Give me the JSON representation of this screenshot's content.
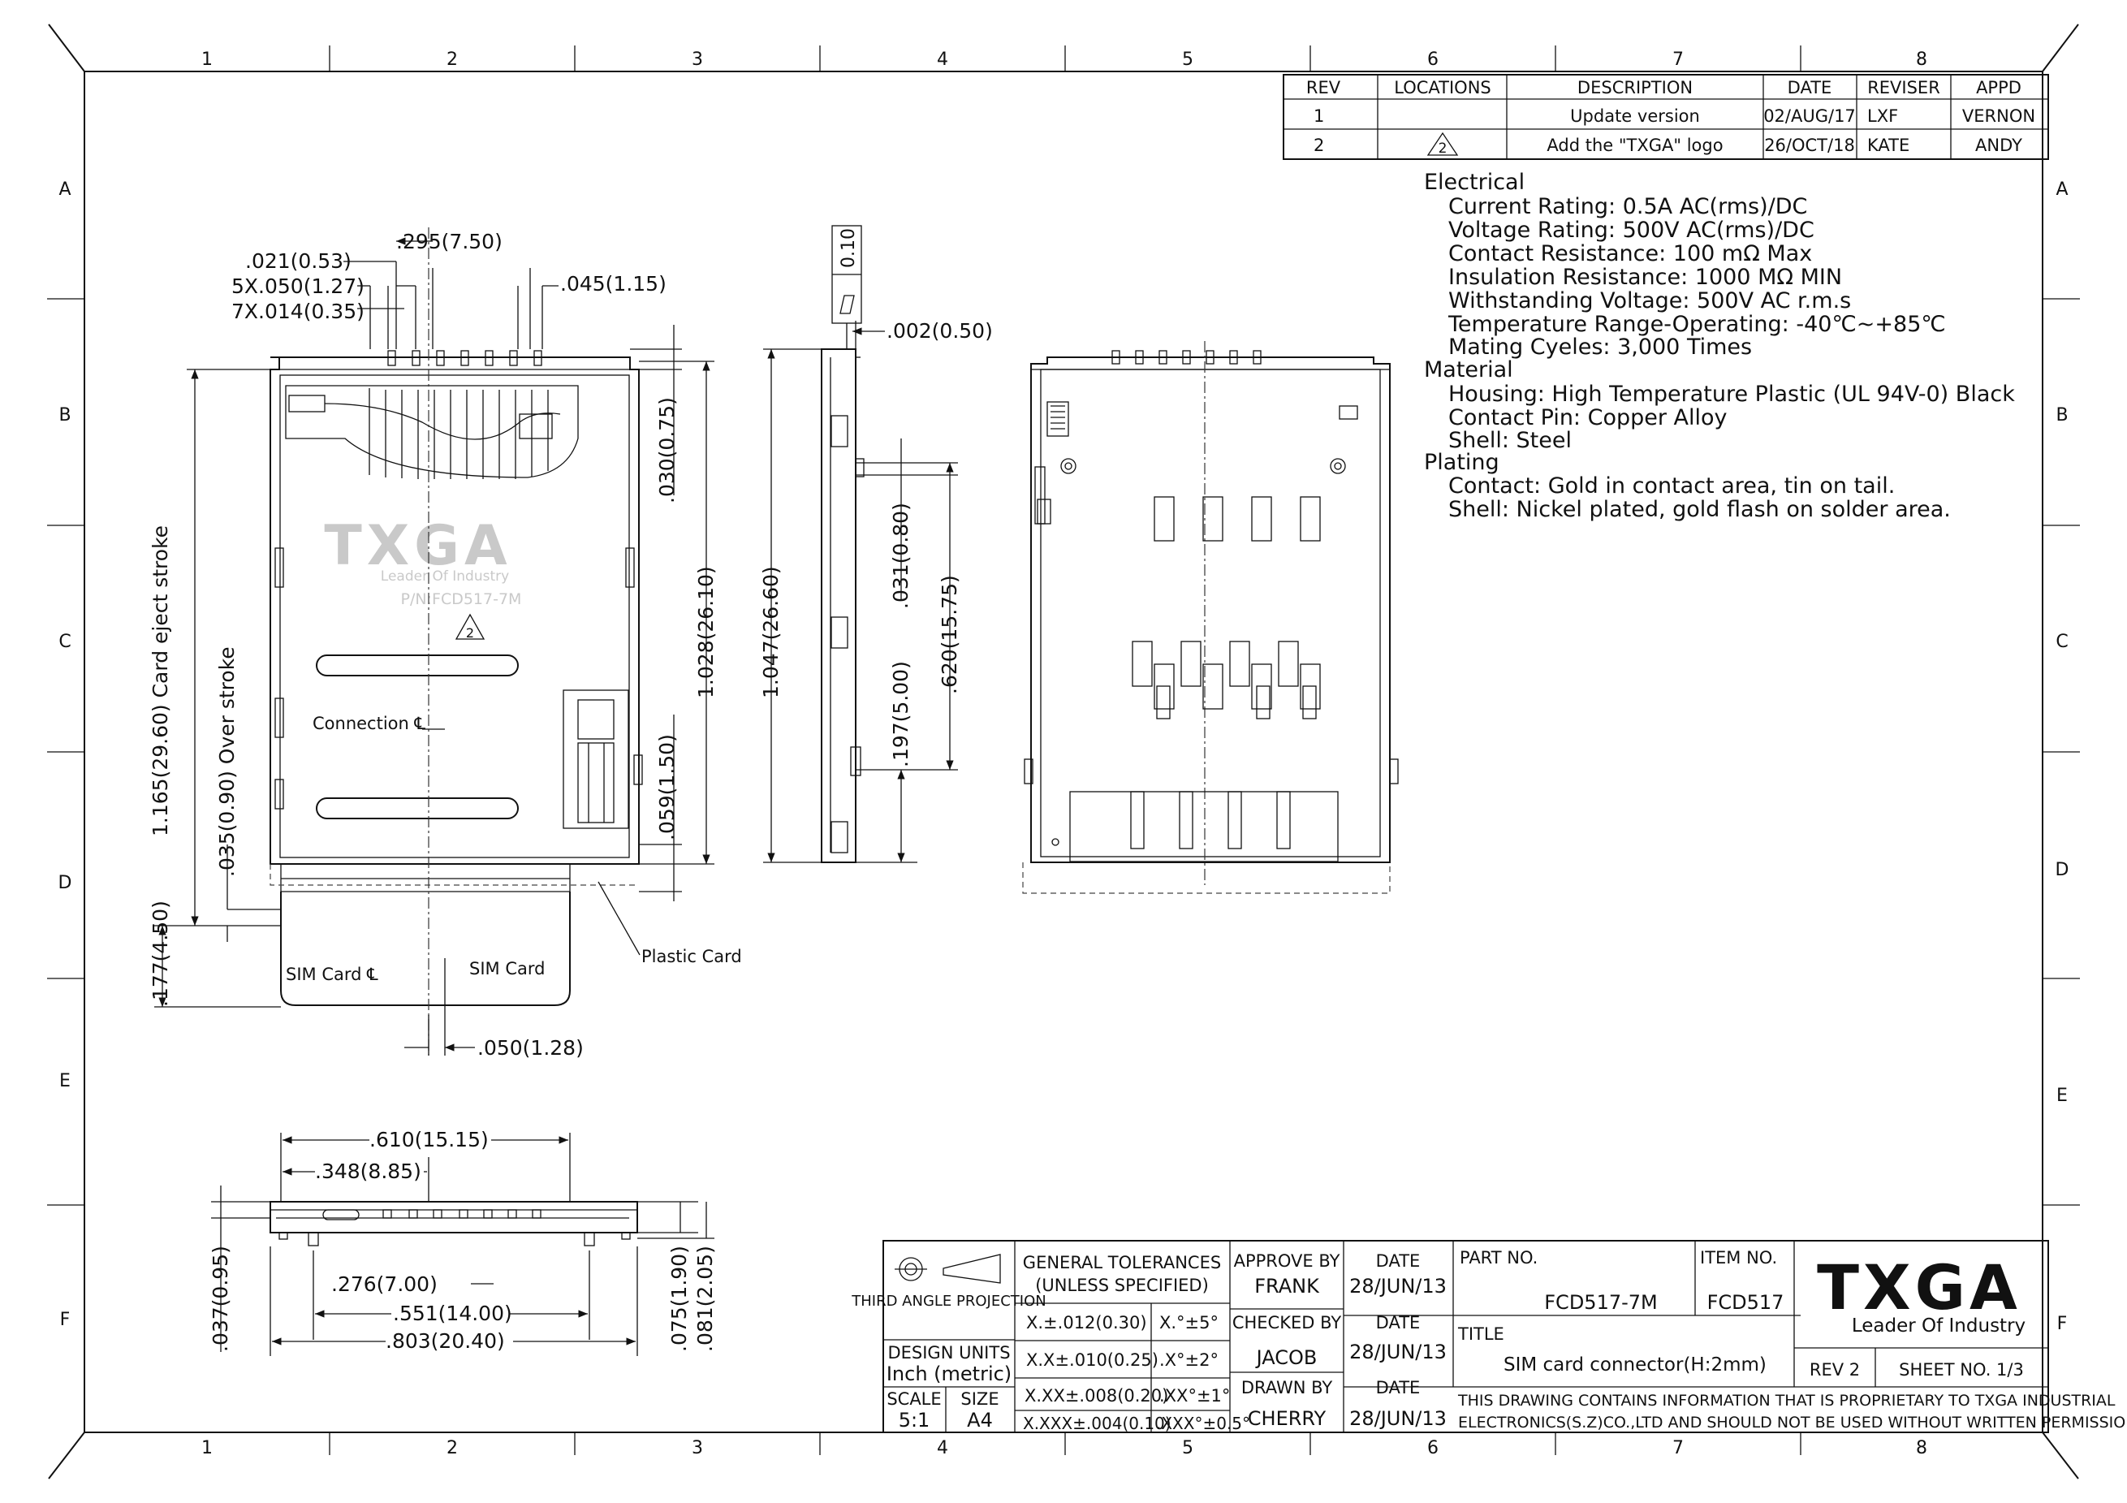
{
  "zones": {
    "cols": [
      "1",
      "2",
      "3",
      "4",
      "5",
      "6",
      "7",
      "8"
    ],
    "rows": [
      "A",
      "B",
      "C",
      "D",
      "E",
      "F"
    ]
  },
  "revision_table": {
    "headers": [
      "REV",
      "LOCATIONS",
      "DESCRIPTION",
      "DATE",
      "REVISER",
      "APPD"
    ],
    "rows": [
      {
        "rev": "1",
        "location": "",
        "description": "Update version",
        "date": "02/AUG/17",
        "reviser": "LXF",
        "appd": "VERNON"
      },
      {
        "rev": "2",
        "location": "2",
        "description": "Add the \"TXGA\" logo",
        "date": "26/OCT/18",
        "reviser": "KATE",
        "appd": "ANDY"
      }
    ]
  },
  "specs": {
    "electrical_heading": "Electrical",
    "electrical": [
      "Current Rating: 0.5A AC(rms)/DC",
      "Voltage Rating: 500V AC(rms)/DC",
      "Contact Resistance: 100 mΩ Max",
      "Insulation Resistance: 1000 MΩ MIN",
      "Withstanding Voltage: 500V AC r.m.s",
      "Temperature Range-Operating: -40℃~+85℃",
      "Mating Cyeles: 3,000 Times"
    ],
    "material_heading": "Material",
    "material": [
      "Housing: High Temperature Plastic (UL 94V-0)  Black",
      "Contact Pin: Copper Alloy",
      "Shell: Steel"
    ],
    "plating_heading": "Plating",
    "plating": [
      "Contact: Gold in contact area, tin on tail.",
      "Shell: Nickel plated, gold flash on solder area."
    ]
  },
  "dims": {
    "d_0295": ".295(7.50)",
    "d_0021": ".021(0.53)",
    "d_5x050": "5X.050(1.27)",
    "d_7x014": "7X.014(0.35)",
    "d_0045": ".045(1.15)",
    "d_0030": ".030(0.75)",
    "d_1028": "1.028(26.10)",
    "d_0059": ".059(1.50)",
    "d_1047": "1.047(26.60)",
    "d_1165": "1.165(29.60) Card eject stroke",
    "d_0035": ".035(0.90) Over stroke",
    "d_0177": ".177(4.50)",
    "d_0050": ".050(1.28)",
    "flatness_val": "0.10",
    "d_0002": ".002(0.50)",
    "d_0031": ".031(0.80)",
    "d_0620": ".620(15.75)",
    "d_0197": ".197(5.00)",
    "d_0610": ".610(15.15)",
    "d_0348": ".348(8.85)",
    "d_0276": ".276(7.00)",
    "d_0551": ".551(14.00)",
    "d_0803": ".803(20.40)",
    "d_0037": ".037(0.95)",
    "d_0075": ".075(1.90)",
    "d_0081": ".081(2.05)"
  },
  "labels": {
    "connection": "Connection ℄",
    "sim_card_cl": "SIM Card ℄",
    "sim_card": "SIM Card",
    "plastic_card": "Plastic Card",
    "rev_symbol": "2"
  },
  "watermark": {
    "logo": "TXGA",
    "tagline": "Leader Of Industry",
    "pn": "P/N:FCD517-7M"
  },
  "title_block": {
    "projection": "THIRD ANGLE PROJECTION",
    "tol_heading_1": "GENERAL TOLERANCES",
    "tol_heading_2": "(UNLESS SPECIFIED)",
    "tolerances": [
      {
        "lin": "X.±.012(0.30)",
        "ang": "X.°±5°"
      },
      {
        "lin": "X.X±.010(0.25)",
        "ang": ".X°±2°"
      },
      {
        "lin": "X.XX±.008(0.20)",
        "ang": ".XX°±1°"
      },
      {
        "lin": "X.XXX±.004(0.10)",
        "ang": ".XXX°±0.5°"
      }
    ],
    "design_units_label": "DESIGN UNITS",
    "design_units": "Inch (metric)",
    "scale_label": "SCALE",
    "scale": "5:1",
    "size_label": "SIZE",
    "size": "A4",
    "approve_label": "APPROVE BY",
    "approve_by": "FRANK",
    "checked_label": "CHECKED BY",
    "checked_by": "JACOB",
    "drawn_label": "DRAWN BY",
    "drawn_by": "CHERRY",
    "date_label": "DATE",
    "date_1": "28/JUN/13",
    "date_2": "28/JUN/13",
    "date_3": "28/JUN/13",
    "part_label": "PART NO.",
    "part_no": "FCD517-7M",
    "item_label": "ITEM NO.",
    "item_no": "FCD517",
    "title_label": "TITLE",
    "title": "SIM card connector(H:2mm)",
    "rev": "REV 2",
    "sheet": "SHEET NO. 1/3",
    "notice_1": "THIS DRAWING CONTAINS INFORMATION THAT IS PROPRIETARY TO TXGA INDUSTRIAL",
    "notice_2": "ELECTRONICS(S.Z)CO.,LTD AND SHOULD NOT BE USED WITHOUT WRITTEN PERMISSION",
    "logo": "TXGA",
    "tagline": "Leader Of Industry"
  }
}
